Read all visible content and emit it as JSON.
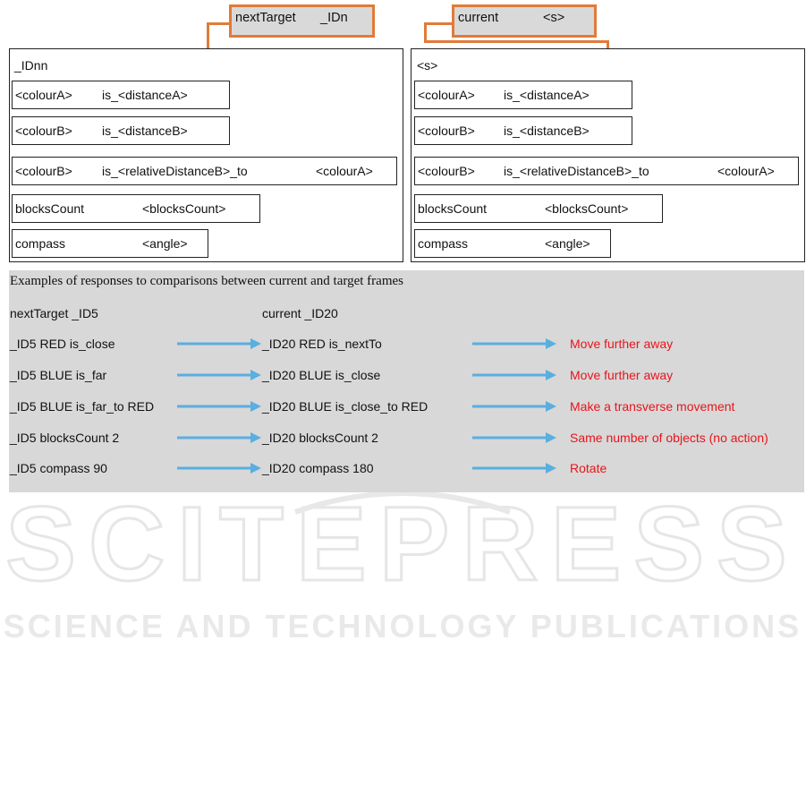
{
  "target_header": {
    "label": "nextTarget",
    "id": "_IDn"
  },
  "current_header": {
    "label": "current",
    "id": "<s>"
  },
  "target_frame": {
    "id": "_IDnn",
    "rows": [
      {
        "left": "<colourA>",
        "mid": "is_<distanceA>",
        "right": ""
      },
      {
        "left": "<colourB>",
        "mid": "is_<distanceB>",
        "right": ""
      },
      {
        "left": "<colourB>",
        "mid": "is_<relativeDistanceB>_to",
        "right": "<colourA>"
      },
      {
        "left": "blocksCount",
        "mid": "<blocksCount>",
        "right": ""
      },
      {
        "left": "compass",
        "mid": "<angle>",
        "right": ""
      }
    ]
  },
  "current_frame": {
    "id": "<s>",
    "rows": [
      {
        "left": "<colourA>",
        "mid": "is_<distanceA>",
        "right": ""
      },
      {
        "left": "<colourB>",
        "mid": "is_<distanceB>",
        "right": ""
      },
      {
        "left": "<colourB>",
        "mid": "is_<relativeDistanceB>_to",
        "right": "<colourA>"
      },
      {
        "left": "blocksCount",
        "mid": "<blocksCount>",
        "right": ""
      },
      {
        "left": "compass",
        "mid": "<angle>",
        "right": ""
      }
    ]
  },
  "examples": {
    "caption": "Examples of responses to comparisons between current and target frames",
    "col_target": "nextTarget _ID5",
    "col_current": "current _ID20",
    "rows": [
      {
        "target": "_ID5 RED is_close",
        "current": "_ID20 RED is_nextTo",
        "response": "Move further away"
      },
      {
        "target": "_ID5 BLUE is_far",
        "current": "_ID20 BLUE is_close",
        "response": "Move further away"
      },
      {
        "target": "_ID5 BLUE is_far_to RED",
        "current": "_ID20 BLUE is_close_to RED",
        "response": "Make a transverse movement"
      },
      {
        "target": "_ID5 blocksCount 2",
        "current": "_ID20 blocksCount 2",
        "response": "Same number of objects (no action)"
      },
      {
        "target": "_ID5 compass 90",
        "current": "_ID20 compass 180",
        "response": "Rotate"
      }
    ]
  },
  "watermark": {
    "line1": "SCITEPRESS",
    "line2": "SCIENCE AND TECHNOLOGY PUBLICATIONS"
  },
  "colors": {
    "header_border": "#e07b39",
    "header_fill": "#d9d9d9",
    "arrow": "#5aaee0",
    "response_text": "#e8141b",
    "panel": "#d8d8d8"
  }
}
